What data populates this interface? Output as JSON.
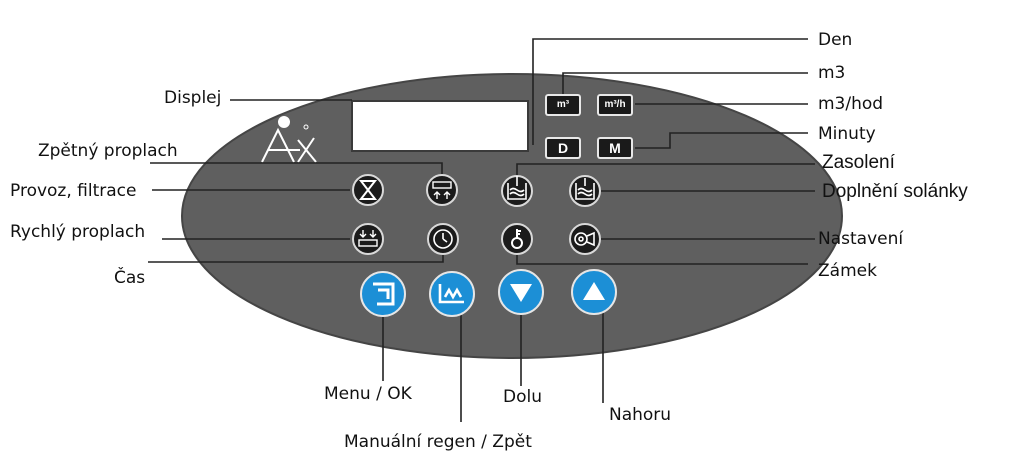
{
  "labels": {
    "displej": "Displej",
    "zpetny_proplach": "Zpětný proplach",
    "provoz_filtrace": "Provoz, filtrace",
    "rychly_proplach": "Rychlý proplach",
    "cas": "Čas",
    "menu_ok": "Menu / OK",
    "manualni_regen": "Manuální regen / Zpět",
    "dolu": "Dolu",
    "nahoru": "Nahoru",
    "den": "Den",
    "m3": "m3",
    "m3_hod": "m3/hod",
    "minuty": "Minuty",
    "zasoleni": "Zasolení",
    "doplneni_solanky": "Doplnění solánky",
    "nastaveni": "Nastavení",
    "zamek": "Zámek"
  },
  "keys": {
    "m3": "m³",
    "m3h": "m³/h",
    "d": "D",
    "m": "M"
  },
  "colors": {
    "panel": "#5f5f5f",
    "panel_border": "#444444",
    "display": "#ffffff",
    "icon_button": "#1b1b1b",
    "action_button": "#1c8fd6",
    "leader_line": "#222222"
  },
  "icons": {
    "provoz": "hourglass-icon",
    "zpetny": "backwash-icon",
    "zasoleni": "brine-tank-icon",
    "doplneni": "brine-refill-icon",
    "rychly": "fast-rinse-icon",
    "cas": "clock-icon",
    "zamek": "key-icon",
    "nastaveni": "settings-icon",
    "menu": "menu-ok-icon",
    "regen": "manual-regen-icon",
    "dolu": "arrow-down-icon",
    "nahoru": "arrow-up-icon"
  }
}
